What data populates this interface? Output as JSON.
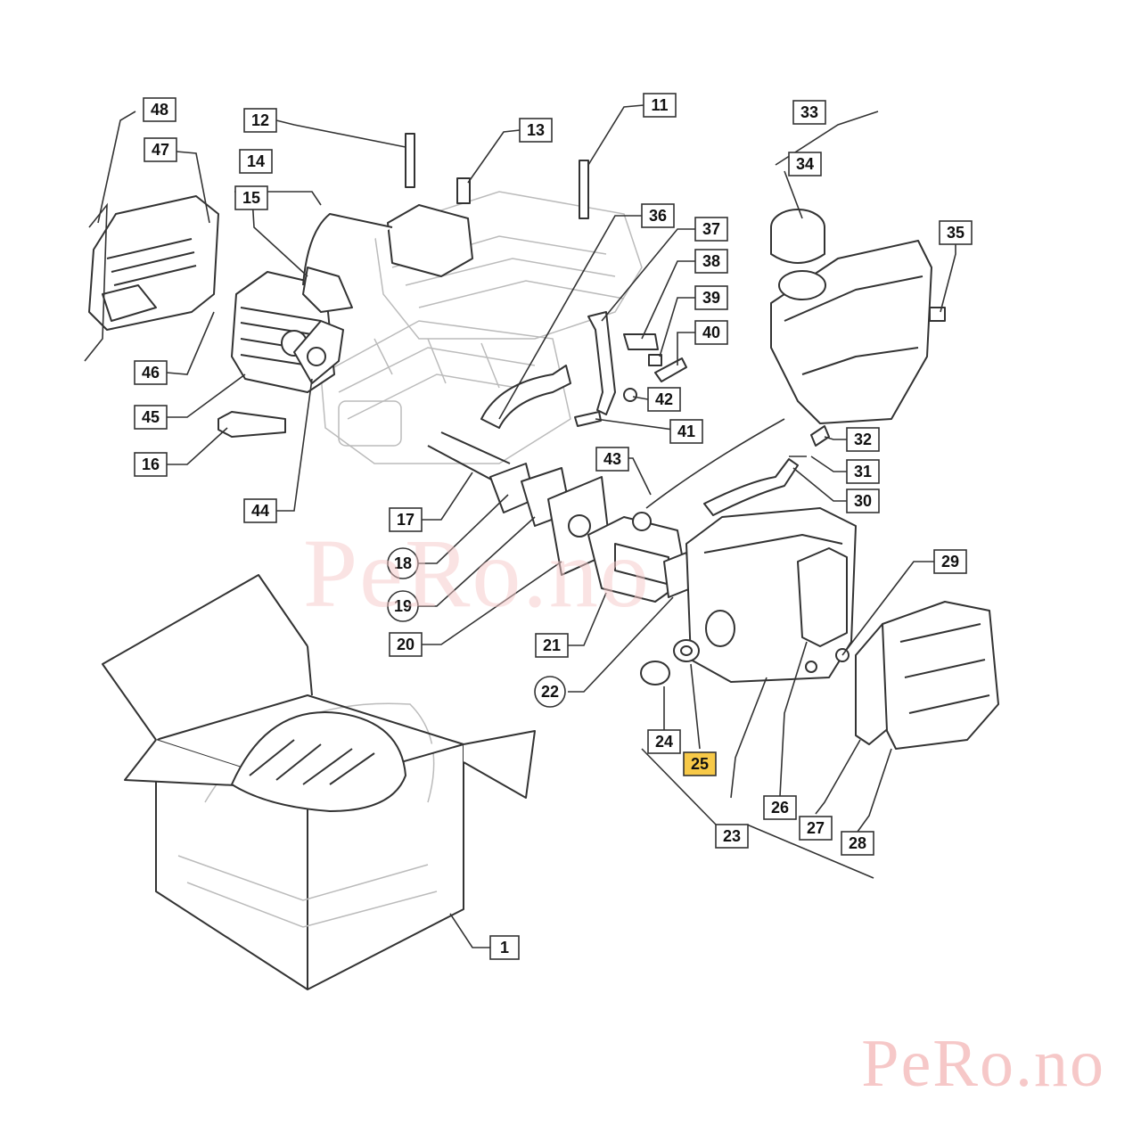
{
  "watermark": {
    "center_text": "PeRo.no",
    "corner_text": "PeRo.no",
    "color": "#f6c8c8"
  },
  "highlight_color": "#f7c948",
  "callouts": [
    {
      "id": "48",
      "label": "48"
    },
    {
      "id": "47",
      "label": "47"
    },
    {
      "id": "12",
      "label": "12"
    },
    {
      "id": "14",
      "label": "14"
    },
    {
      "id": "15",
      "label": "15"
    },
    {
      "id": "13",
      "label": "13"
    },
    {
      "id": "11",
      "label": "11"
    },
    {
      "id": "33",
      "label": "33"
    },
    {
      "id": "34",
      "label": "34"
    },
    {
      "id": "35",
      "label": "35"
    },
    {
      "id": "36",
      "label": "36"
    },
    {
      "id": "37",
      "label": "37"
    },
    {
      "id": "38",
      "label": "38"
    },
    {
      "id": "39",
      "label": "39"
    },
    {
      "id": "40",
      "label": "40"
    },
    {
      "id": "42",
      "label": "42"
    },
    {
      "id": "41",
      "label": "41"
    },
    {
      "id": "46",
      "label": "46"
    },
    {
      "id": "45",
      "label": "45"
    },
    {
      "id": "16",
      "label": "16"
    },
    {
      "id": "44",
      "label": "44"
    },
    {
      "id": "43",
      "label": "43"
    },
    {
      "id": "32",
      "label": "32"
    },
    {
      "id": "31",
      "label": "31"
    },
    {
      "id": "30",
      "label": "30"
    },
    {
      "id": "17",
      "label": "17"
    },
    {
      "id": "18",
      "label": "18",
      "shape": "circle"
    },
    {
      "id": "19",
      "label": "19",
      "shape": "circle"
    },
    {
      "id": "20",
      "label": "20"
    },
    {
      "id": "21",
      "label": "21"
    },
    {
      "id": "22",
      "label": "22",
      "shape": "circle"
    },
    {
      "id": "29",
      "label": "29"
    },
    {
      "id": "24",
      "label": "24"
    },
    {
      "id": "25",
      "label": "25",
      "highlighted": true
    },
    {
      "id": "26",
      "label": "26"
    },
    {
      "id": "27",
      "label": "27"
    },
    {
      "id": "28",
      "label": "28"
    },
    {
      "id": "23",
      "label": "23"
    },
    {
      "id": "1",
      "label": "1"
    }
  ]
}
